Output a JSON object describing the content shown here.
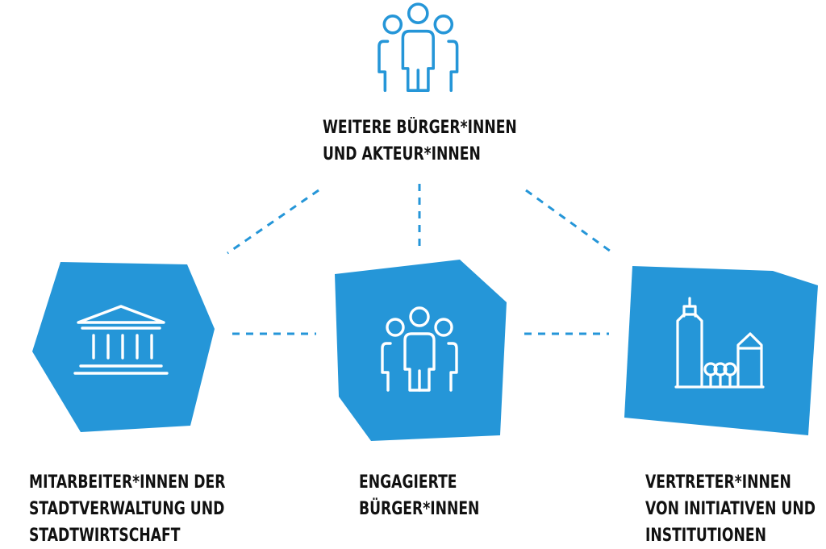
{
  "colors": {
    "accent": "#2596d8",
    "text": "#111111",
    "icon_on_shape": "#ffffff",
    "background": "#ffffff"
  },
  "nodes": {
    "top": {
      "icon": "people-group-icon",
      "label_lines": [
        "WEITERE BÜRGER*INNEN",
        "UND AKTEUR*INNEN"
      ]
    },
    "left": {
      "icon": "city-hall-icon",
      "label_lines": [
        "MITARBEITER*INNEN DER",
        "STADTVERWALTUNG UND",
        "STADTWIRTSCHAFT"
      ]
    },
    "center": {
      "icon": "people-group-icon",
      "label_lines": [
        "ENGAGIERTE",
        "BÜRGER*INNEN"
      ]
    },
    "right": {
      "icon": "city-buildings-icon",
      "label_lines": [
        "VERTRETER*INNEN",
        "VON INITIATIVEN UND",
        "INSTITUTIONEN"
      ]
    }
  },
  "connectors": [
    {
      "from": "top",
      "to": "left",
      "style": "dashed"
    },
    {
      "from": "top",
      "to": "center",
      "style": "dashed"
    },
    {
      "from": "top",
      "to": "right",
      "style": "dashed"
    },
    {
      "from": "left",
      "to": "center",
      "style": "dashed"
    },
    {
      "from": "center",
      "to": "right",
      "style": "dashed"
    }
  ]
}
